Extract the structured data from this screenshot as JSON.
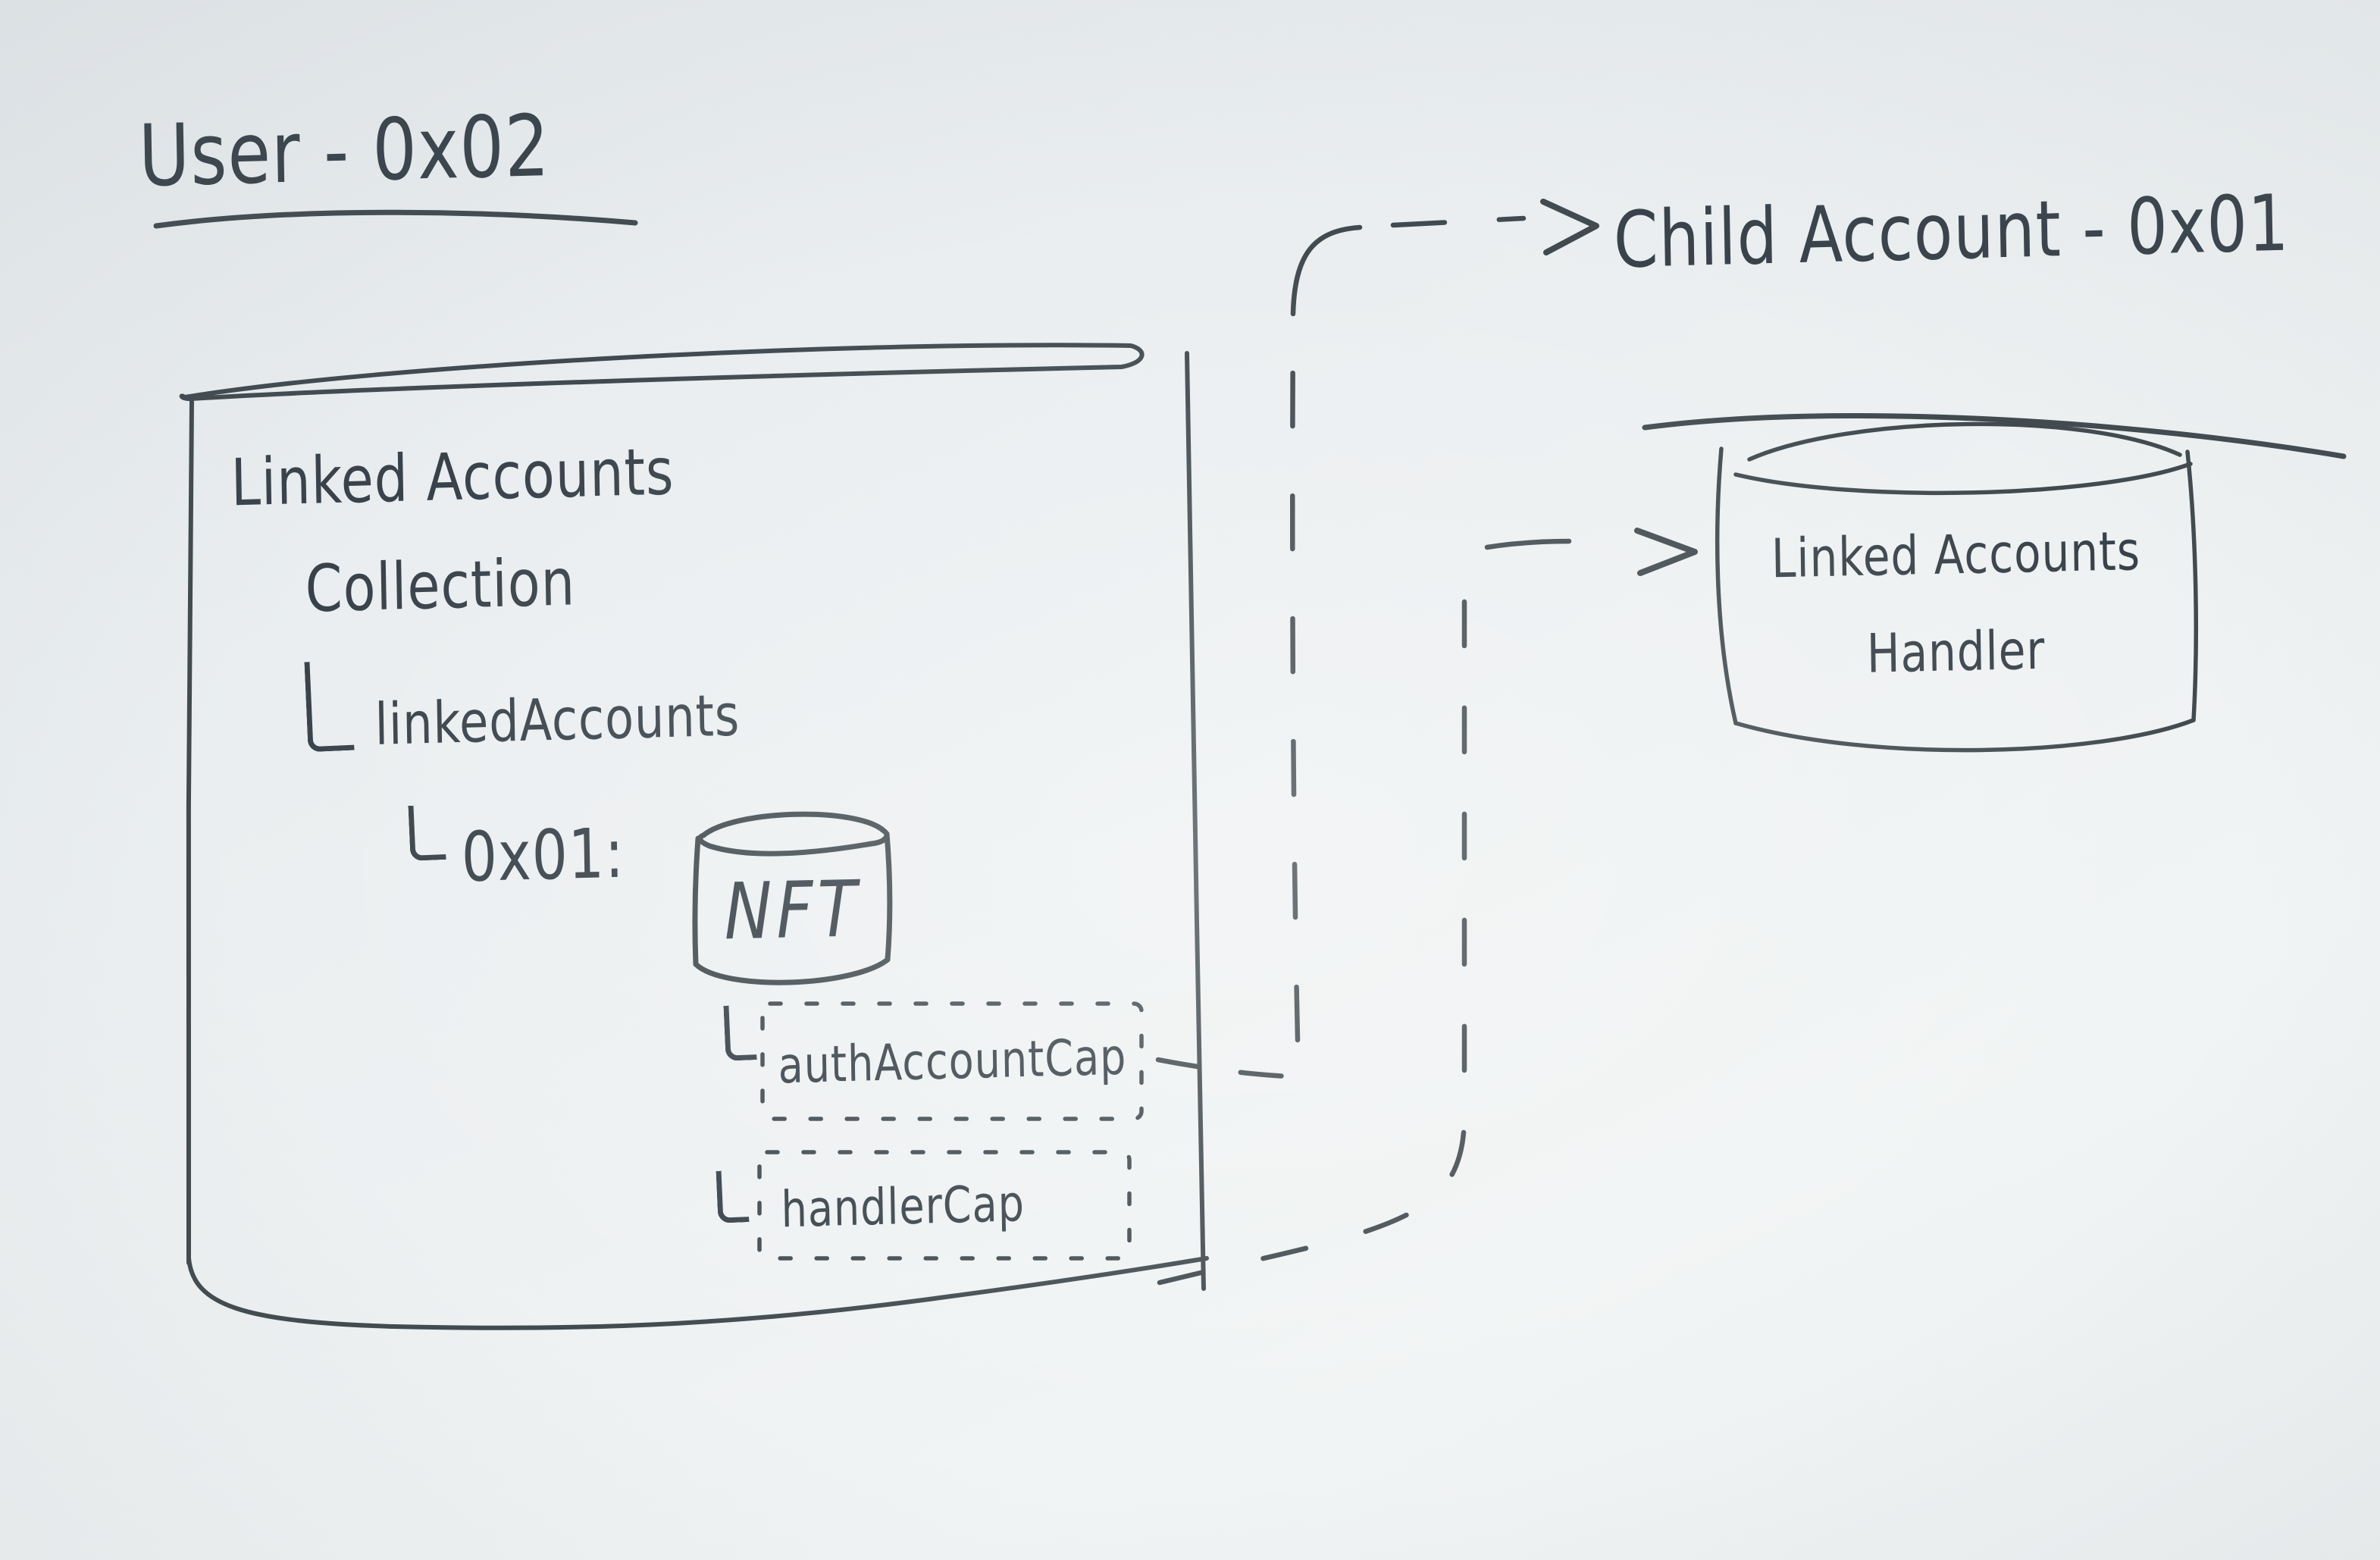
{
  "canvas": {
    "ink_color": "#3f484d",
    "background_color": "#eaeef0"
  },
  "user_section": {
    "title": "User - 0x02",
    "collection_box": {
      "heading_line1": "Linked Accounts",
      "heading_line2": "Collection",
      "linked_accounts_field": "linkedAccounts",
      "entry_key": "0x01:",
      "nft_label": "NFT",
      "auth_account_cap_label": "authAccountCap",
      "handler_cap_label": "handlerCap"
    }
  },
  "child_section": {
    "title": "Child Account - 0x01",
    "handler_cylinder": {
      "label_line1": "Linked Accounts",
      "label_line2": "Handler"
    }
  }
}
